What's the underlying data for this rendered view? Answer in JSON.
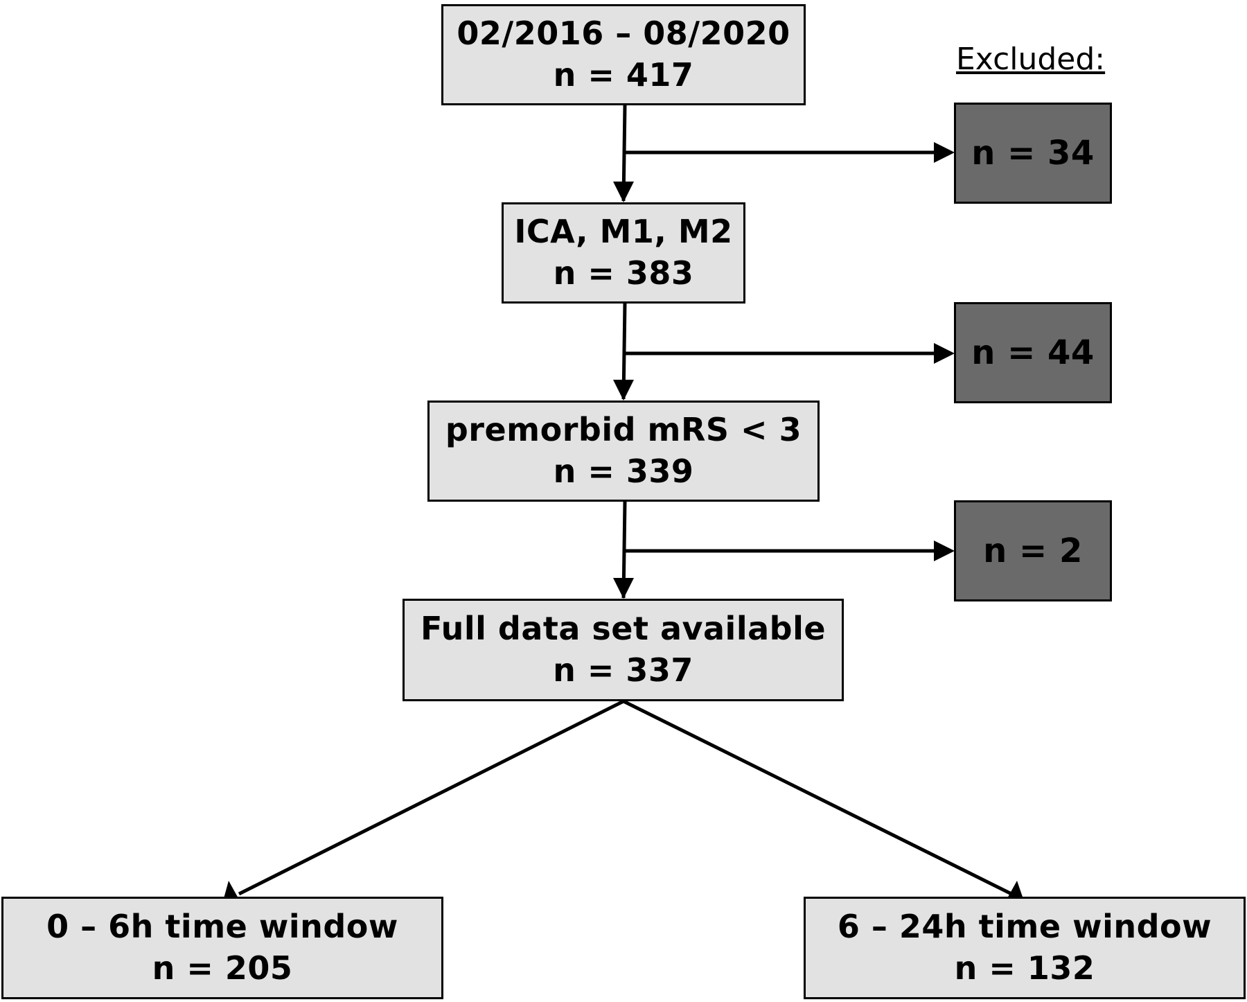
{
  "flow": {
    "excluded_title": "Excluded:",
    "steps": [
      {
        "label": "02/2016 – 08/2020",
        "count": "n = 417"
      },
      {
        "label": "ICA, M1, M2",
        "count": "n = 383"
      },
      {
        "label": "premorbid mRS < 3",
        "count": "n = 339"
      },
      {
        "label": "Full data set available",
        "count": "n = 337"
      }
    ],
    "excluded": [
      {
        "count": "n = 34"
      },
      {
        "count": "n = 44"
      },
      {
        "count": "n = 2"
      }
    ],
    "branches": [
      {
        "label": "0 – 6h time window",
        "count": "n = 205"
      },
      {
        "label": "6 – 24h time window",
        "count": "n = 132"
      }
    ]
  }
}
